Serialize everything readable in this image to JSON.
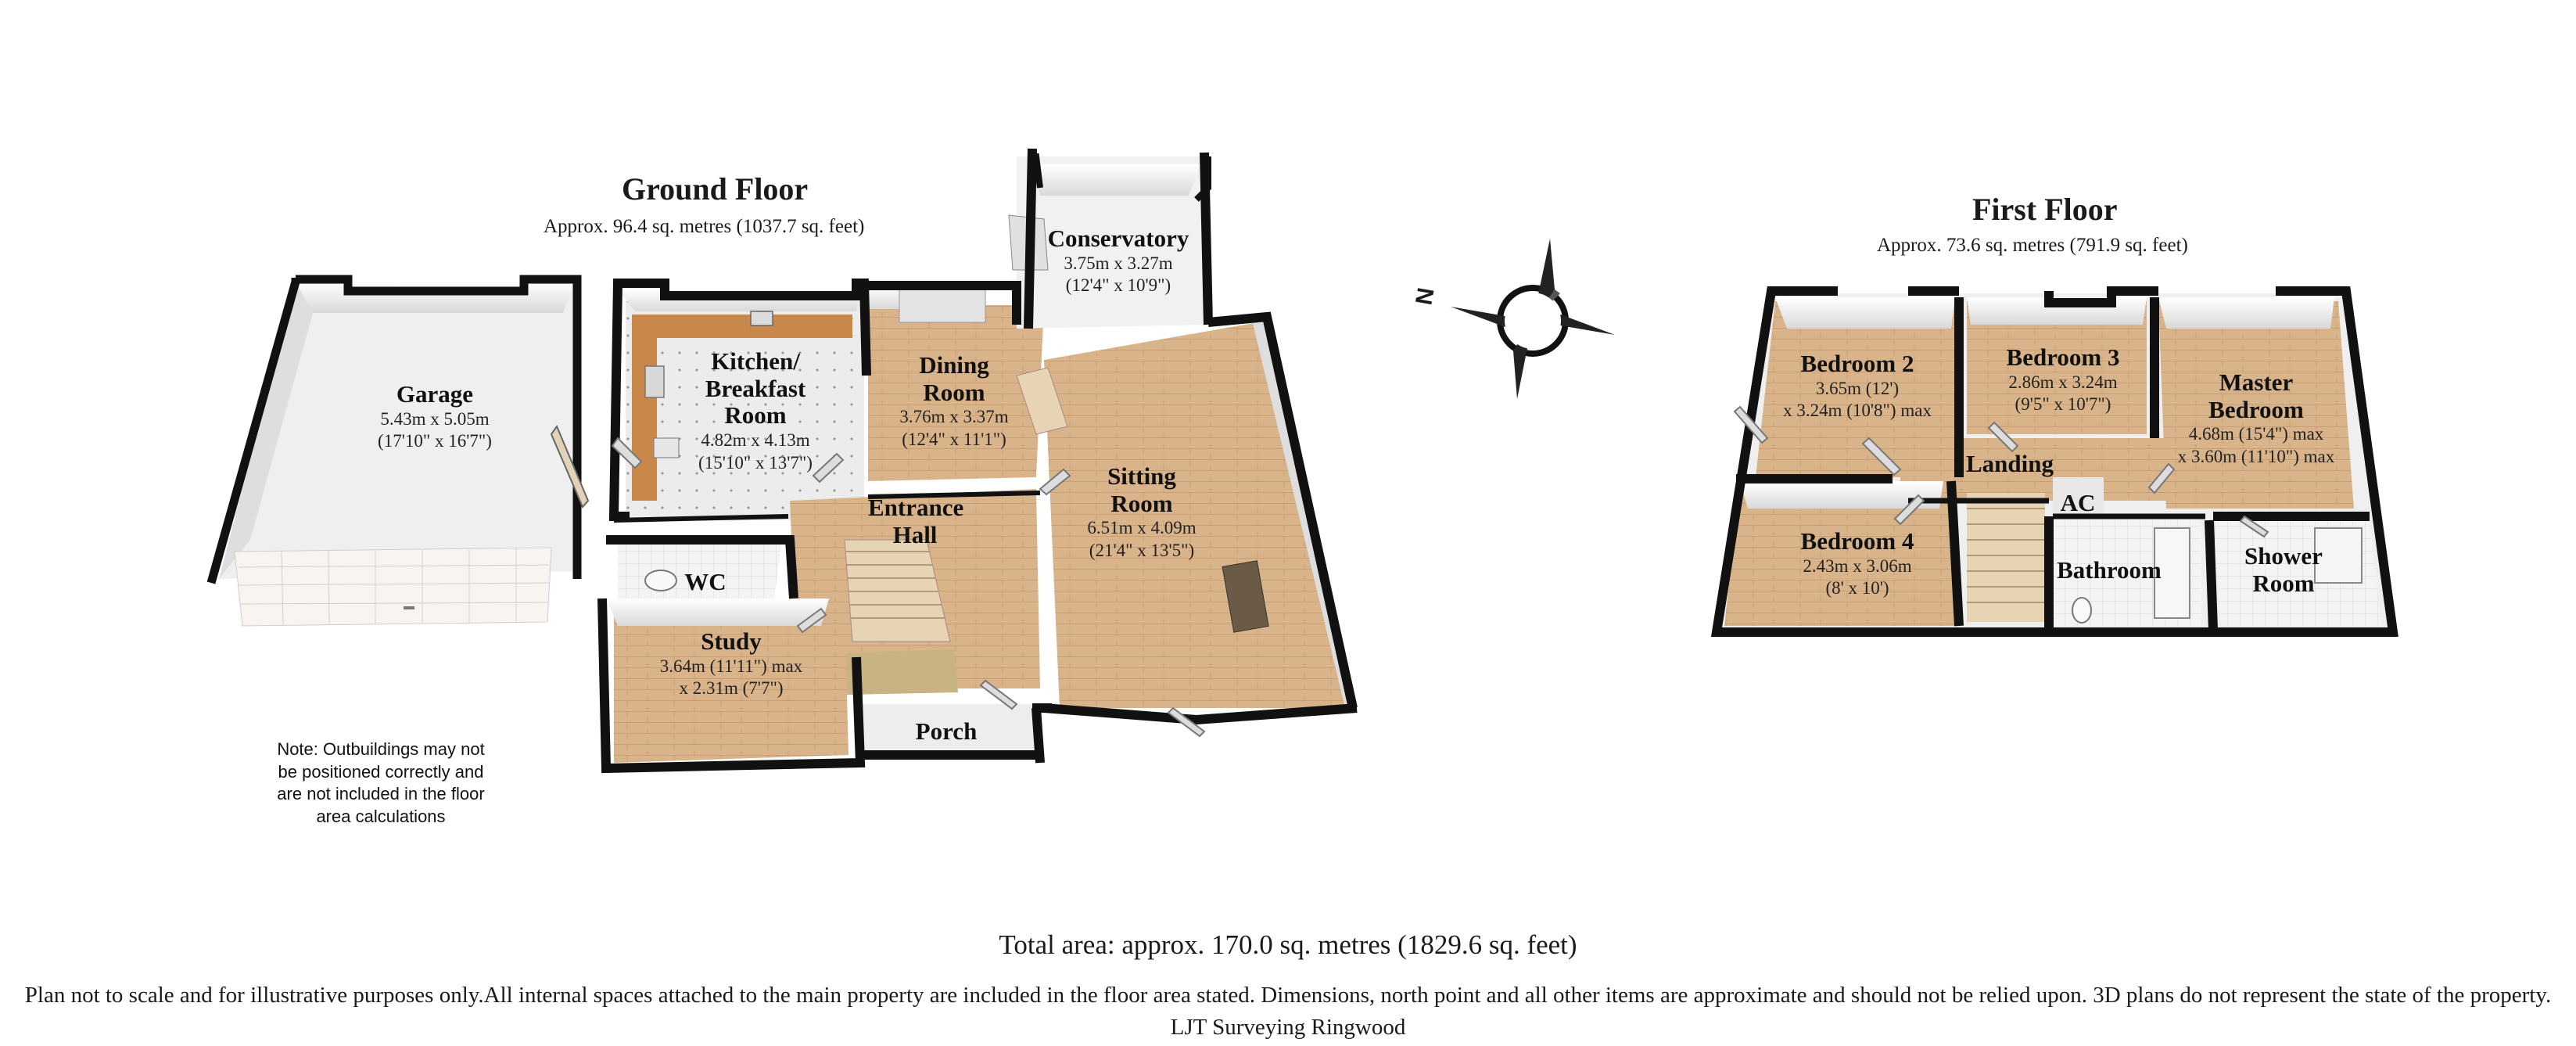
{
  "ground_floor": {
    "title": "Ground Floor",
    "area": "Approx.  96.4 sq. metres (1037.7 sq. feet)",
    "rooms": [
      {
        "name": "Garage",
        "dims": [
          "5.43m x 5.05m",
          "(17'10\" x 16'7\")"
        ]
      },
      {
        "name": "Kitchen/\nBreakfast\nRoom",
        "dims": [
          "4.82m x 4.13m",
          "(15'10\" x 13'7\")"
        ]
      },
      {
        "name": "Dining\nRoom",
        "dims": [
          "3.76m x 3.37m",
          "(12'4\" x 11'1\")"
        ]
      },
      {
        "name": "Conservatory",
        "dims": [
          "3.75m x 3.27m",
          "(12'4\" x 10'9\")"
        ]
      },
      {
        "name": "Sitting\nRoom",
        "dims": [
          "6.51m x 4.09m",
          "(21'4\" x 13'5\")"
        ]
      },
      {
        "name": "Entrance\nHall",
        "dims": []
      },
      {
        "name": "WC",
        "dims": []
      },
      {
        "name": "Study",
        "dims": [
          "3.64m (11'11\") max",
          "x 2.31m (7'7\")"
        ]
      },
      {
        "name": "Porch",
        "dims": []
      }
    ]
  },
  "first_floor": {
    "title": "First Floor",
    "area": "Approx.  73.6 sq. metres (791.9 sq. feet)",
    "rooms": [
      {
        "name": "Bedroom 2",
        "dims": [
          "3.65m (12')",
          "x 3.24m (10'8\") max"
        ]
      },
      {
        "name": "Bedroom 3",
        "dims": [
          "2.86m x 3.24m",
          "(9'5\" x 10'7\")"
        ]
      },
      {
        "name": "Master\nBedroom",
        "dims": [
          "4.68m (15'4\") max",
          "x 3.60m (11'10\") max"
        ]
      },
      {
        "name": "Landing",
        "dims": []
      },
      {
        "name": "AC",
        "dims": []
      },
      {
        "name": "Bedroom 4",
        "dims": [
          "2.43m x 3.06m",
          "(8' x 10')"
        ]
      },
      {
        "name": "Bathroom",
        "dims": []
      },
      {
        "name": "Shower\nRoom",
        "dims": []
      }
    ]
  },
  "compass": {
    "label": "N",
    "icon": "compass-north-icon"
  },
  "note": "Note: Outbuildings may not\nbe positioned correctly and\nare not included in the floor\narea calculations",
  "total_area": "Total area: approx. 170.0 sq. metres (1829.6 sq. feet)",
  "disclaimer": "Plan not to scale and for illustrative purposes only.All internal spaces attached to the main property are included in the floor area stated. Dimensions, north point and all other items are approximate and should not be relied upon. 3D plans do not represent the state of the property. LJT Surveying Ringwood",
  "colors": {
    "wall": "#111111",
    "floor_wood": "#d9b48a",
    "floor_tile": "#eeeeee",
    "wall_face": "#f3f3f3",
    "worktop": "#c9874a"
  }
}
